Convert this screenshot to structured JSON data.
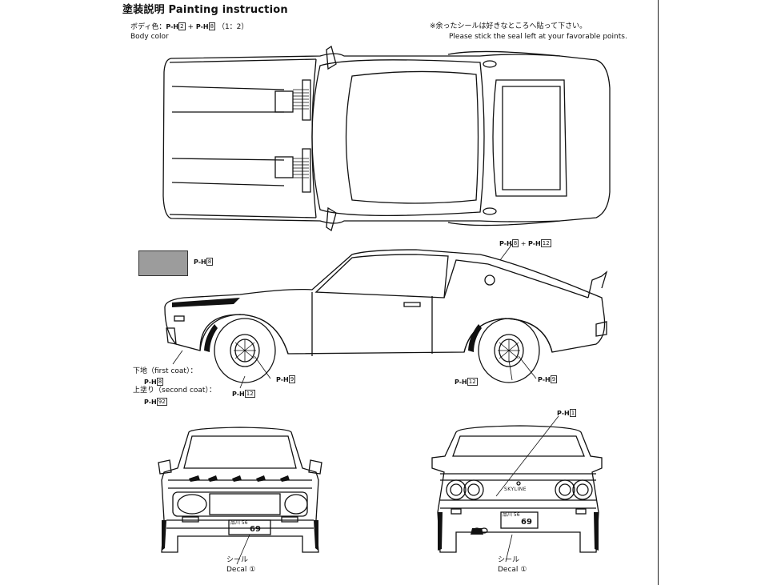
{
  "header": {
    "title": "塗装説明 Painting instruction"
  },
  "body_color": {
    "label_jp": "ボディ色：",
    "code_a": "2",
    "code_b": "8",
    "ratio": "（1：2）",
    "label_en": "Body color"
  },
  "seal_note": {
    "jp": "※余ったシールは好きなところへ貼って下さい。",
    "en": "Please stick the seal left at your favorable points."
  },
  "swatch": {
    "code": "8",
    "color": "#9c9c9c"
  },
  "side_view": {
    "top_code_a": "8",
    "top_code_b": "12",
    "front_wheel_code": "9",
    "front_hub_code": "12",
    "rear_hub_code": "12",
    "rear_wheel_code": "9"
  },
  "coat_note": {
    "first_coat_label": "下地（first coat）：",
    "first_coat_code": "8",
    "second_coat_label": "上塗り（second coat）：",
    "second_coat_code": "92"
  },
  "rear_view": {
    "code": "1",
    "badge_text": "SKYLINE",
    "plate_top": "品川 56",
    "plate_bottom": "69"
  },
  "front_view": {
    "plate_top": "品川 56",
    "plate_bottom": "69"
  },
  "decals": {
    "front_label_jp": "シール",
    "front_label_en": "Decal",
    "front_number": "①",
    "rear_label_jp": "シール",
    "rear_label_en": "Decal",
    "rear_number": "①"
  },
  "paint_prefix": "P-H"
}
